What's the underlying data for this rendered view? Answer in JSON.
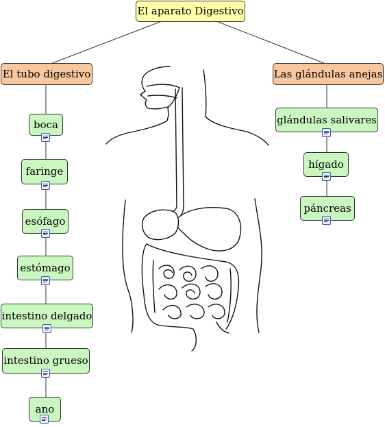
{
  "title": "El aparato Digestivo",
  "branches": {
    "left": "El tubo digestivo",
    "right": "Las glándulas anejas"
  },
  "tubo": [
    "boca",
    "faringe",
    "esófago",
    "estómago",
    "intestino delgado",
    "intestino grueso",
    "ano"
  ],
  "glandulas": [
    "glándulas salivares",
    "hígado",
    "páncreas"
  ],
  "icons": {
    "resource": "document-icon",
    "illustration": "digestive-system-illustration"
  },
  "colors": {
    "root": "#ffffa8",
    "branch": "#f8c79e",
    "leaf": "#c9f7bf",
    "line": "#333333"
  }
}
